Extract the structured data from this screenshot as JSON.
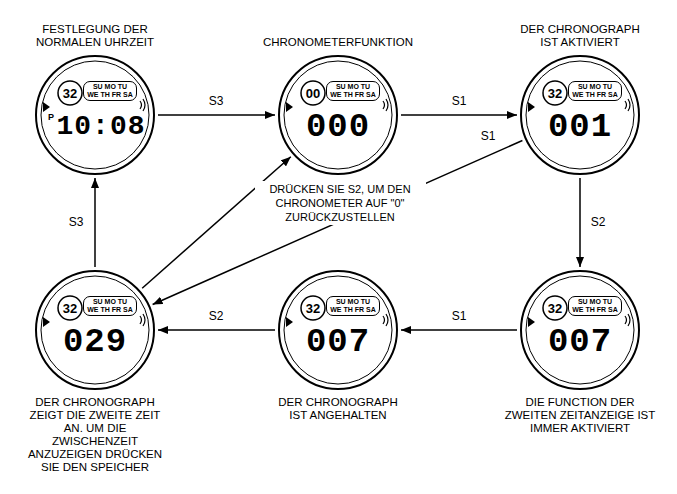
{
  "diagram": {
    "nodes": [
      {
        "text": [
          "FESTLEGUNG DER NORMALEN UHRZEIT",
          "32",
          "SU MO TU WE TH FR SA",
          "P",
          "10:08"
        ]
      },
      {
        "text": [
          "CHRONOMETERFUNKTION",
          "00",
          "SU MO TU WE TH FR SA",
          "000"
        ]
      },
      {
        "text": [
          "DER CHRONOGRAPH IST AKTIVIERT",
          "32",
          "SU MO TU WE TH FR SA",
          "001"
        ]
      },
      {
        "text": [
          "32",
          "SU MO TU WE TH FR SA",
          "029",
          "DER CHRONOGRAPH ZEIGT DIE ZWEITE ZEIT AN. UM DIE ZWISCHENZEIT ANZUZEIGEN DRÜCKEN SIE DEN SPEICHER"
        ]
      },
      {
        "text": [
          "32",
          "SU MO TU WE TH FR SA",
          "007",
          "DER CHRONOGRAPH IST ANGEHALTEN"
        ]
      },
      {
        "text": [
          "32",
          "SU MO TU WE TH FR SA",
          "007",
          "DIE FUNCTION DER ZWEITEN ZEITANZEIGE IST IMMER AKTIVIERT"
        ]
      }
    ],
    "edges": [
      {
        "from": 0,
        "to": 1,
        "arrow": "to",
        "label": "S3"
      },
      {
        "from": 1,
        "to": 2,
        "arrow": "to",
        "label": "S1"
      },
      {
        "from": 2,
        "to": 5,
        "arrow": "to",
        "label": "S2"
      },
      {
        "from": 5,
        "to": 4,
        "arrow": "to",
        "label": "S1"
      },
      {
        "from": 4,
        "to": 3,
        "arrow": "to",
        "label": "S2"
      },
      {
        "from": 3,
        "to": 0,
        "arrow": "to",
        "label": "S3"
      },
      {
        "from": 2,
        "to": 3,
        "arrow": "to",
        "label": "S1"
      },
      {
        "from": 3,
        "to": 1,
        "arrow": "to",
        "label": "DRÜCKEN SIE S2, UM DEN CHRONOMETER AUF \"0\" ZURÜCKZUSTELLEN"
      }
    ]
  }
}
